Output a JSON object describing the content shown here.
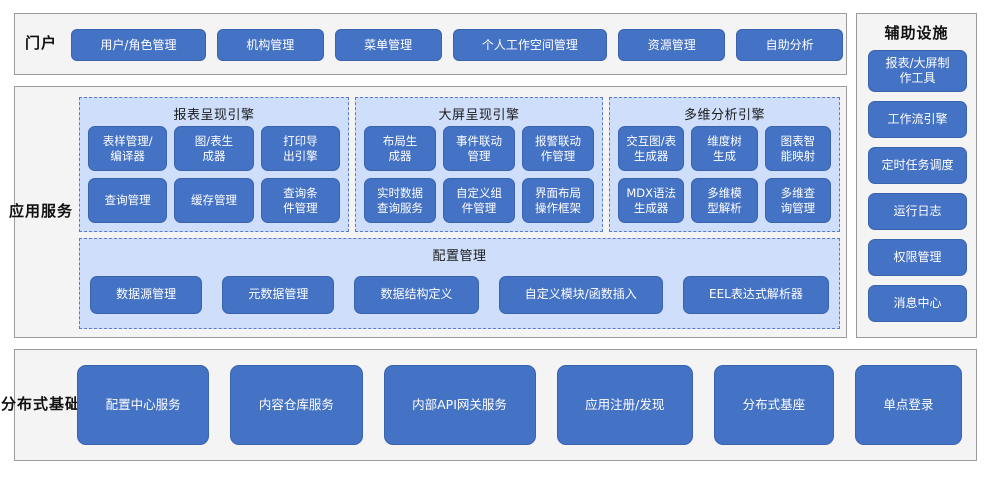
{
  "theme": {
    "box_fill": "#4472c4",
    "box_border": "#3a63ae",
    "group_fill": "#cfdffb",
    "group_border": "#5b7cc4",
    "panel_fill": "#f4f4f4",
    "panel_border": "#9b9b9b",
    "text_on_box": "#ffffff",
    "text_dark": "#111111"
  },
  "portal": {
    "caption": "门户",
    "items": [
      {
        "label": "用户/角色管理"
      },
      {
        "label": "机构管理"
      },
      {
        "label": "菜单管理"
      },
      {
        "label": "个人工作空间管理"
      },
      {
        "label": "资源管理"
      },
      {
        "label": "自助分析"
      }
    ]
  },
  "aux": {
    "title": "辅助设施",
    "items": [
      {
        "label": "报表/大屏制\n作工具"
      },
      {
        "label": "工作流引擎"
      },
      {
        "label": "定时任务调度"
      },
      {
        "label": "运行日志"
      },
      {
        "label": "权限管理"
      },
      {
        "label": "消息中心"
      }
    ]
  },
  "app_services": {
    "caption": "应用服务",
    "groups": [
      {
        "title": "报表呈现引擎",
        "items": [
          {
            "label": "表样管理/\n编译器"
          },
          {
            "label": "图/表生\n成器"
          },
          {
            "label": "打印导\n出引擎"
          },
          {
            "label": "查询管理"
          },
          {
            "label": "缓存管理"
          },
          {
            "label": "查询条\n件管理"
          }
        ]
      },
      {
        "title": "大屏呈现引擎",
        "items": [
          {
            "label": "布局生\n成器"
          },
          {
            "label": "事件联动\n管理"
          },
          {
            "label": "报警联动\n作管理"
          },
          {
            "label": "实时数据\n查询服务"
          },
          {
            "label": "自定义组\n件管理"
          },
          {
            "label": "界面布局\n操作框架"
          }
        ]
      },
      {
        "title": "多维分析引擎",
        "items": [
          {
            "label": "交互图/表\n生成器"
          },
          {
            "label": "维度树\n生成"
          },
          {
            "label": "图表智\n能映射"
          },
          {
            "label": "MDX语法\n生成器"
          },
          {
            "label": "多维模\n型解析"
          },
          {
            "label": "多维查\n询管理"
          }
        ]
      }
    ],
    "config_group": {
      "title": "配置管理",
      "items": [
        {
          "label": "数据源管理"
        },
        {
          "label": "元数据管理"
        },
        {
          "label": "数据结构定义"
        },
        {
          "label": "自定义模块/函数插入"
        },
        {
          "label": "EEL表达式解析器"
        }
      ]
    }
  },
  "distributed": {
    "caption": "分布式基础",
    "items": [
      {
        "label": "配置中心服务"
      },
      {
        "label": "内容仓库服务"
      },
      {
        "label": "内部API网关服务"
      },
      {
        "label": "应用注册/发现"
      },
      {
        "label": "分布式基座"
      },
      {
        "label": "单点登录"
      }
    ]
  }
}
